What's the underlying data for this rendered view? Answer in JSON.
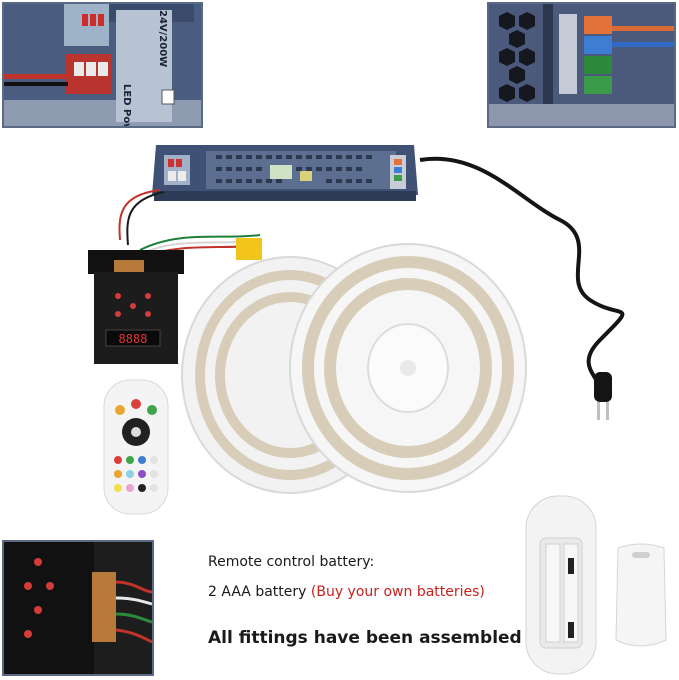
{
  "product_photo": {
    "power_supply_label": "LED Power Supply",
    "power_supply_rating": "24V/200W",
    "caption": {
      "line1": "Remote control battery:",
      "line2_main": "2 AAA battery",
      "line2_note": "(Buy your own batteries)",
      "line3": "All fittings have been assembled"
    }
  }
}
